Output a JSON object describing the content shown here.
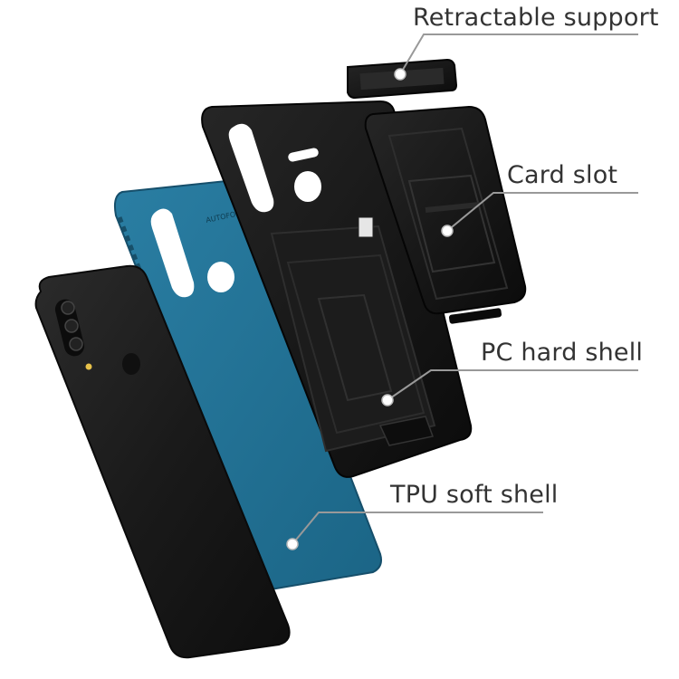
{
  "colors": {
    "tpu_shell": "#1f6f93",
    "tpu_shell_dark": "#164f6b",
    "phone_body": "#1a1a1a",
    "hard_shell": "#111111",
    "callout_line": "#999999",
    "label_text": "#333333",
    "background": "#ffffff"
  },
  "callouts": [
    {
      "id": "retractable-support",
      "text": "Retractable support"
    },
    {
      "id": "card-slot",
      "text": "Card slot"
    },
    {
      "id": "pc-hard-shell",
      "text": "PC hard shell"
    },
    {
      "id": "tpu-soft-shell",
      "text": "TPU soft shell"
    }
  ],
  "case_imprint": "AUTOFOCUS"
}
